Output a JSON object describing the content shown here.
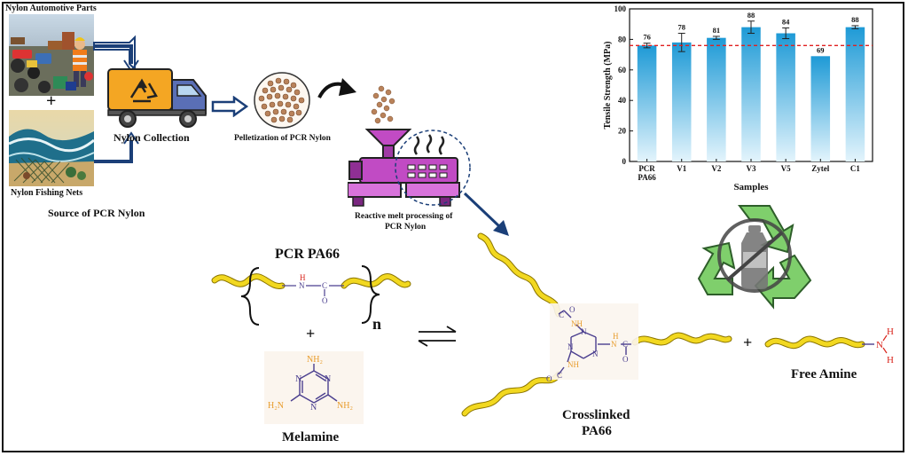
{
  "source": {
    "automotive_label": "Nylon Automotive Parts",
    "fishing_label": "Nylon Fishing Nets",
    "plus": "+",
    "title": "Source of PCR Nylon"
  },
  "process": {
    "collection_label": "Nylon Collection",
    "pelletization_label": "Pelletization of PCR Nylon",
    "reactive_line1": "Reactive melt processing of",
    "reactive_line2": "PCR Nylon"
  },
  "reaction": {
    "pcr_title": "PCR PA66",
    "n_label": "n",
    "plus": "+",
    "melamine_label": "Melamine",
    "crosslinked_line1": "Crosslinked",
    "crosslinked_line2": "PA66",
    "free_amine_label": "Free Amine",
    "atoms": {
      "N": "N",
      "H": "H",
      "C": "C",
      "O": "O",
      "NH": "NH",
      "NH2": "NH₂",
      "H2N": "H₂N"
    }
  },
  "chart_data": {
    "type": "bar",
    "categories": [
      "PCR PA66",
      "V1",
      "V2",
      "V3",
      "V5",
      "Zytel",
      "C1"
    ],
    "category_lines": [
      [
        "PCR",
        "PA66"
      ],
      [
        "V1"
      ],
      [
        "V2"
      ],
      [
        "V3"
      ],
      [
        "V5"
      ],
      [
        "Zytel"
      ],
      [
        "C1"
      ]
    ],
    "values": [
      76,
      78,
      81,
      88,
      84,
      69,
      88
    ],
    "value_labels": [
      "76",
      "78",
      "81",
      "88",
      "84",
      "69",
      "88"
    ],
    "errors": [
      1.5,
      6,
      1,
      4,
      3.5,
      0,
      1
    ],
    "xlabel": "Samples",
    "ylabel": "Tensile Strength (MPa)",
    "ylim": [
      0,
      100
    ],
    "yticks": [
      0,
      20,
      40,
      60,
      80,
      100
    ],
    "reference_line": 76,
    "colors": {
      "bar_top": "#1e9ad6",
      "bar_bottom": "#e3f4fc",
      "reference": "#e02020",
      "error": "#222222"
    }
  },
  "colors": {
    "strand": "#f2d820",
    "strand_outline": "#8a7400",
    "arrow_navy": "#1b3f78",
    "truck_body": "#f4a623",
    "truck_cab": "#5a6fb6",
    "extruder": "#c14bc4",
    "pellet": "#b9825a",
    "recycle_green": "#6abf5c",
    "nitrogen": "#e89c2b",
    "n_red": "#d9251d",
    "carbon": "#4b3f8f"
  },
  "icons": [
    "recycle-icon",
    "truck-icon",
    "extruder-icon",
    "pellet-icon",
    "bottle-icon"
  ]
}
